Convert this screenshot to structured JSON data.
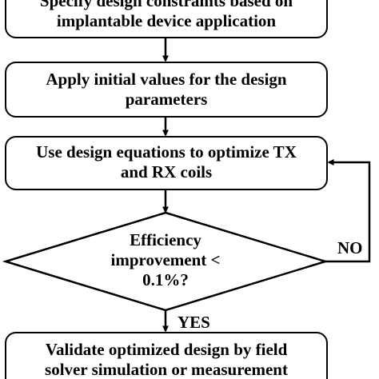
{
  "steps": [
    {
      "line1": "Specify design constraints based on",
      "line2": "implantable device application"
    },
    {
      "line1": "Apply initial values for the design",
      "line2": "parameters"
    },
    {
      "line1": "Use design equations to optimize TX",
      "line2": "and RX coils"
    },
    {
      "line1": "Validate optimized design by field",
      "line2": "solver simulation or measurement"
    }
  ],
  "decision": {
    "line1": "Efficiency",
    "line2": "improvement <",
    "line3": "0.1%?"
  },
  "branches": {
    "yes": "YES",
    "no": "NO"
  }
}
